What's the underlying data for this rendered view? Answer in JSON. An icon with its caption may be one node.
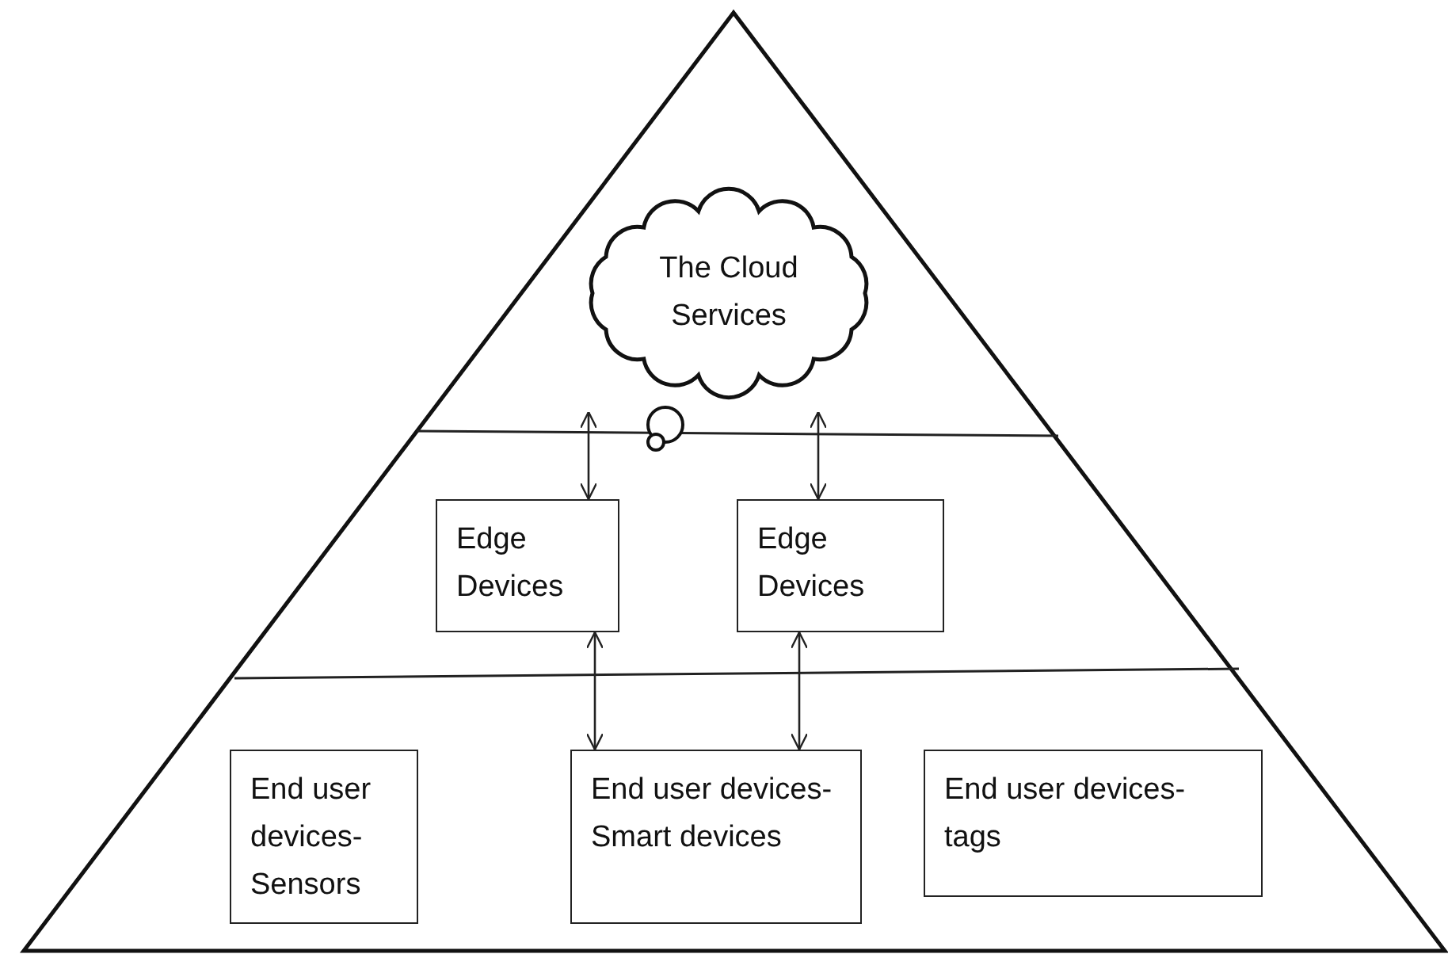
{
  "diagram": {
    "nodes": [
      {
        "text": [
          "The Cloud Services"
        ]
      },
      {
        "text": [
          "Edge Devices"
        ]
      },
      {
        "text": [
          "Edge Devices"
        ]
      },
      {
        "text": [
          "End user devices- Sensors"
        ]
      },
      {
        "text": [
          "End user devices- Smart devices"
        ]
      },
      {
        "text": [
          "End user devices- tags"
        ]
      }
    ],
    "edges": [
      {
        "from": 0,
        "to": 1,
        "arrow": "both"
      },
      {
        "from": 0,
        "to": 2,
        "arrow": "both"
      },
      {
        "from": 1,
        "to": 4,
        "arrow": "both"
      },
      {
        "from": 2,
        "to": 4,
        "arrow": "both"
      }
    ]
  }
}
